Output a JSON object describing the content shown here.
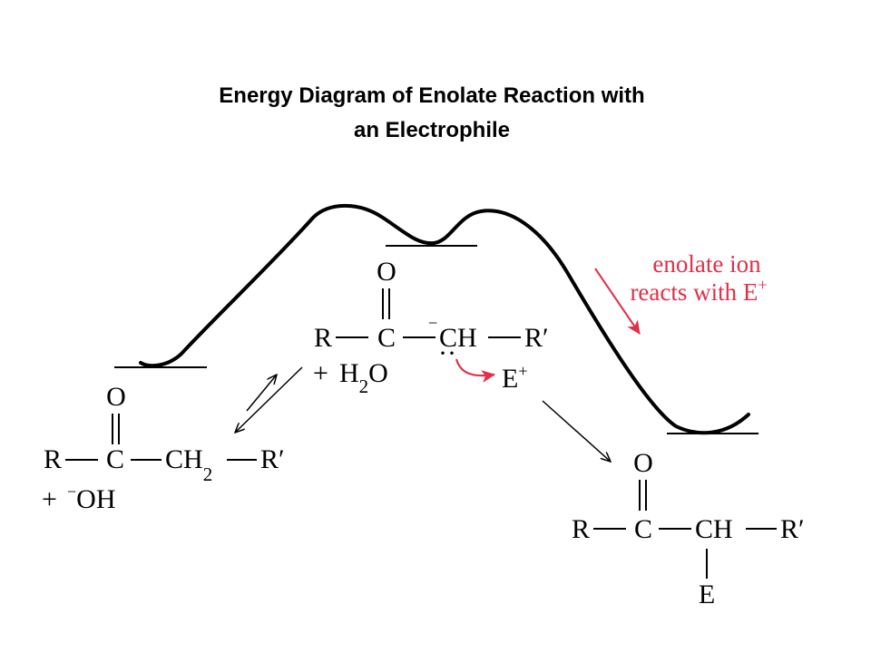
{
  "title_line1": "Energy Diagram of Enolate Reaction with",
  "title_line2": "an Electrophile",
  "colors": {
    "blue": "#2aa6d9",
    "green": "#1aa05a",
    "red": "#e0304a",
    "black": "#000000"
  },
  "annotation": {
    "line1": "enolate ion",
    "line2": "reacts with E",
    "line2_sup": "+"
  },
  "reactant": {
    "O": "O",
    "R": "R",
    "C": "C",
    "CH": "CH",
    "sub2": "2",
    "Rp": "R′",
    "plus": "+",
    "minus": "−",
    "OH": "OH"
  },
  "enolate": {
    "O": "O",
    "R": "R",
    "C": "C",
    "minus": "−",
    "CH": "CH",
    "Rp": "R′",
    "lone_pair": "··",
    "plus": "+",
    "H": "H",
    "sub2": "2",
    "Ow": "O",
    "E": "E",
    "E_sup": "+"
  },
  "product": {
    "O": "O",
    "R": "R",
    "C": "C",
    "CH": "CH",
    "Rp": "R′",
    "E": "E"
  }
}
